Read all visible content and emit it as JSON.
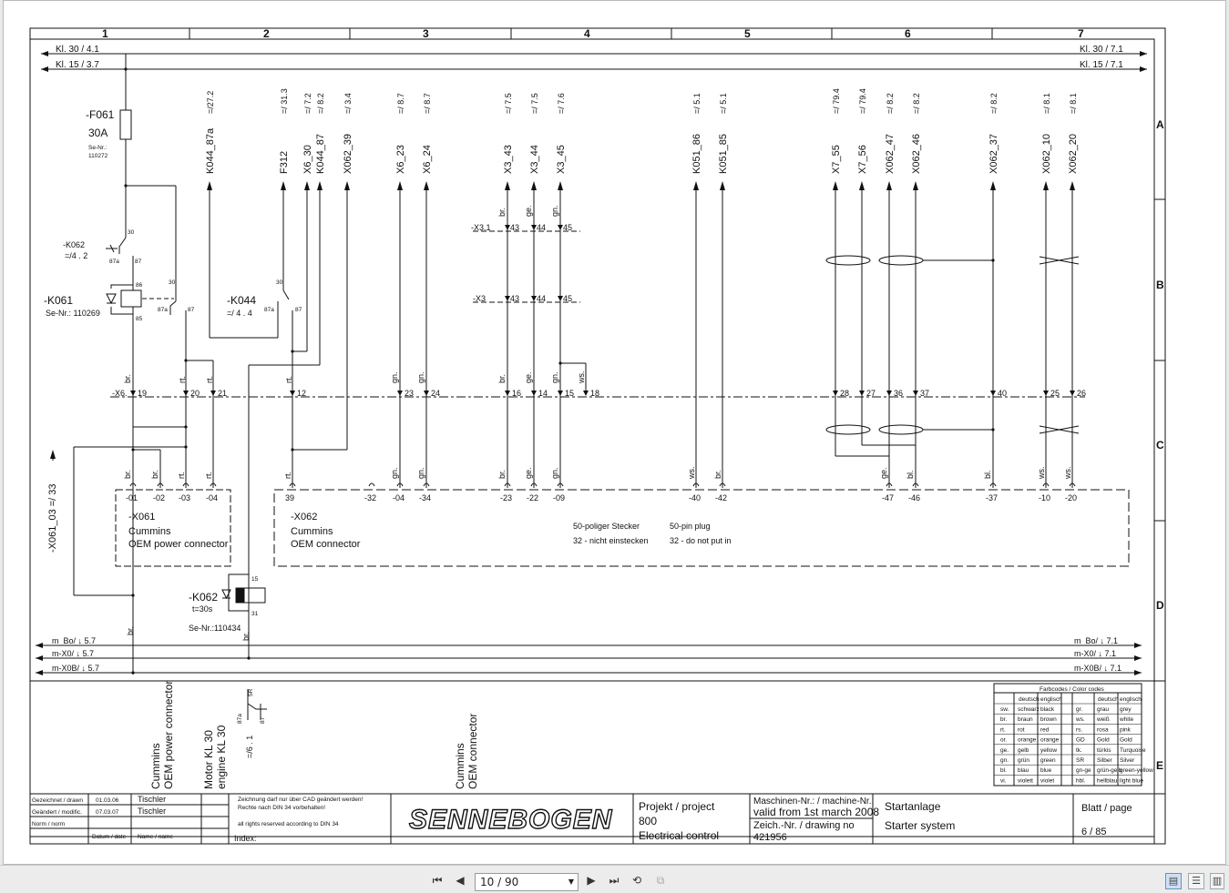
{
  "sheet": {
    "columns": [
      "1",
      "2",
      "3",
      "4",
      "5",
      "6",
      "7"
    ],
    "rows": [
      "A",
      "B",
      "C",
      "D",
      "E"
    ]
  },
  "buses": {
    "kl30_left": "Kl. 30 / 4.1",
    "kl15_left": "Kl. 15 / 3.7",
    "kl30_right": "Kl. 30 / 7.1",
    "kl15_right": "Kl. 15 / 7.1",
    "mbo_left": "m_Bo/  ↓  5.7",
    "mx0_left": "m-X0/  ↓  5.7",
    "mx0b_left": "m-X0B/ ↓  5.7",
    "mbo_right": "m_Bo/  ↓  7.1",
    "mx0_right": "m-X0/  ↓  7.1",
    "mx0b_right": "m-X0B/ ↓  7.1"
  },
  "components": {
    "f061": "-F061",
    "f061_rating": "30A",
    "f061_se_label": "Se-Nr.:",
    "f061_se": "110272",
    "k062_top": "-K062",
    "k062_top_ref": "=/4 . 2",
    "k061": "-K061",
    "k061_se": "Se-Nr.: 110269",
    "k044": "-K044",
    "k044_ref": "=/ 4 . 4",
    "k062": "-K062",
    "k062_time": "t=30s",
    "k062_se": "Se-Nr.:110434",
    "x061_ref": "-X061_03 =/ 33",
    "x31": "-X3.1",
    "x3": "-X3",
    "x6": "-X6.",
    "x061_name": "-X061",
    "x061_line1": "Cummins",
    "x061_line2": "OEM power connector",
    "x062_name": "-X062",
    "x062_line1": "Cummins",
    "x062_line2": "OEM connector",
    "note_de_1": "50-poliger Stecker",
    "note_de_2": "32 - nicht einstecken",
    "note_en_1": "50-pin plug",
    "note_en_2": "32 - do not put in"
  },
  "signals": [
    {
      "name": "K044_87a",
      "ref": "=/27.2"
    },
    {
      "name": "F312",
      "ref": "=/ 31.3"
    },
    {
      "name": "X6_30",
      "ref": "=/ 7.2"
    },
    {
      "name": "K044_87",
      "ref": "=/ 8.2"
    },
    {
      "name": "X062_39",
      "ref": "=/ 3.4"
    },
    {
      "name": "X6_23",
      "ref": "=/ 8.7"
    },
    {
      "name": "X6_24",
      "ref": "=/ 8.7"
    },
    {
      "name": "X3_43",
      "ref": "=/ 7.5"
    },
    {
      "name": "X3_44",
      "ref": "=/ 7.5"
    },
    {
      "name": "X3_45",
      "ref": "=/ 7.6"
    },
    {
      "name": "K051_86",
      "ref": "=/ 5.1"
    },
    {
      "name": "K051_85",
      "ref": "=/ 5.1"
    },
    {
      "name": "X7_55",
      "ref": "=/ 79.4"
    },
    {
      "name": "X7_56",
      "ref": "=/ 79.4"
    },
    {
      "name": "X062_47",
      "ref": "=/ 8.2"
    },
    {
      "name": "X062_46",
      "ref": "=/ 8.2"
    },
    {
      "name": "X062_37",
      "ref": "=/ 8.2"
    },
    {
      "name": "X062_10",
      "ref": "=/ 8.1"
    },
    {
      "name": "X062_20",
      "ref": "=/ 8.1"
    }
  ],
  "terminals_x6": [
    "19",
    "20",
    "21",
    "12",
    "23",
    "24",
    "16",
    "14",
    "15",
    "18",
    "28",
    "27",
    "36",
    "37",
    "40",
    "25",
    "26"
  ],
  "terminals_x3": [
    "43",
    "44",
    "45"
  ],
  "pins_x061": [
    "-01",
    "-02",
    "-03",
    "-04"
  ],
  "pins_x062": [
    "39",
    "-32",
    "-04",
    "-34",
    "-23",
    "-22",
    "-09",
    "-40",
    "-42",
    "-47",
    "-46",
    "-37",
    "-10",
    "-20"
  ],
  "wire_colors": {
    "br": "br.",
    "rt": "rt.",
    "gn": "gn.",
    "ge": "ge.",
    "ws": "ws.",
    "bl": "bl."
  },
  "contacts": {
    "c30": "30",
    "c87": "87",
    "c87a": "87a",
    "c86": "86",
    "c85": "85",
    "c15": "15",
    "c31": "31",
    "c5r": "5R"
  },
  "bottom_labels": {
    "cummins_power_1": "Cummins",
    "cummins_power_2": "OEM power connector",
    "motor_1": "Motor KL 30",
    "motor_2": "engine KL 30",
    "cummins_oem_1": "Cummins",
    "cummins_oem_2": "OEM connector",
    "ref61": "=/6 . 1"
  },
  "color_codes": {
    "title": "Farbcodes / Color codes",
    "head_de": "deutsch",
    "head_en": "englisch",
    "left": [
      [
        "sw.",
        "schwarz",
        "black"
      ],
      [
        "br.",
        "braun",
        "brown"
      ],
      [
        "rt.",
        "rot",
        "red"
      ],
      [
        "or.",
        "orange",
        "orange"
      ],
      [
        "ge.",
        "gelb",
        "yellow"
      ],
      [
        "gn.",
        "grün",
        "green"
      ],
      [
        "bl.",
        "blau",
        "blue"
      ],
      [
        "vi.",
        "violett",
        "violet"
      ]
    ],
    "right": [
      [
        "gr.",
        "grau",
        "grey"
      ],
      [
        "ws.",
        "weiß",
        "white"
      ],
      [
        "rs.",
        "rosa",
        "pink"
      ],
      [
        "GD",
        "Gold",
        "Gold"
      ],
      [
        "tk.",
        "türkis",
        "Turquoise"
      ],
      [
        "SR",
        "Silber",
        "Silver"
      ],
      [
        "gn-ge",
        "grün-gelb",
        "green-yellow"
      ],
      [
        "hbl.",
        "hellblau",
        "light blue"
      ]
    ]
  },
  "title_block": {
    "drawn_label": "Gezeichnet / drawn",
    "drawn_date": "01.03.06",
    "drawn_name": "Tischler",
    "modified_label": "Geändert / modific.",
    "modified_date": "07.03.07",
    "modified_name": "Tischler",
    "norm_label": "Norm / norm",
    "date_label": "Datum / date",
    "name_label": "Name / name",
    "notice_1": "Zeichnung darf nur  über CAD geändert werden!",
    "notice_2": "Rechte nach DIN 34 vorbehalten!",
    "notice_3": "all rights reserved according to DIN 34",
    "index_label": "Index:",
    "logo": "SENNEBOGEN",
    "project_label": "Projekt / project",
    "project_value": "800",
    "project_desc": "Electrical control",
    "machine_label": "Maschinen-Nr.:  / machine-Nr.:",
    "machine_value": "valid from 1st march 2008",
    "drawing_label": "Zeich.-Nr. / drawing no",
    "drawing_value": "421956",
    "title_de": "Startanlage",
    "title_en": "Starter system",
    "page_label": "Blatt / page",
    "page_value": "6 / 85"
  },
  "viewer": {
    "page_indicator": "10 / 90",
    "icons": [
      "first-page-icon",
      "prev-page-icon",
      "next-page-icon",
      "last-page-icon",
      "rotate-icon",
      "copy-icon",
      "single-page-icon",
      "continuous-icon",
      "two-page-icon"
    ]
  }
}
